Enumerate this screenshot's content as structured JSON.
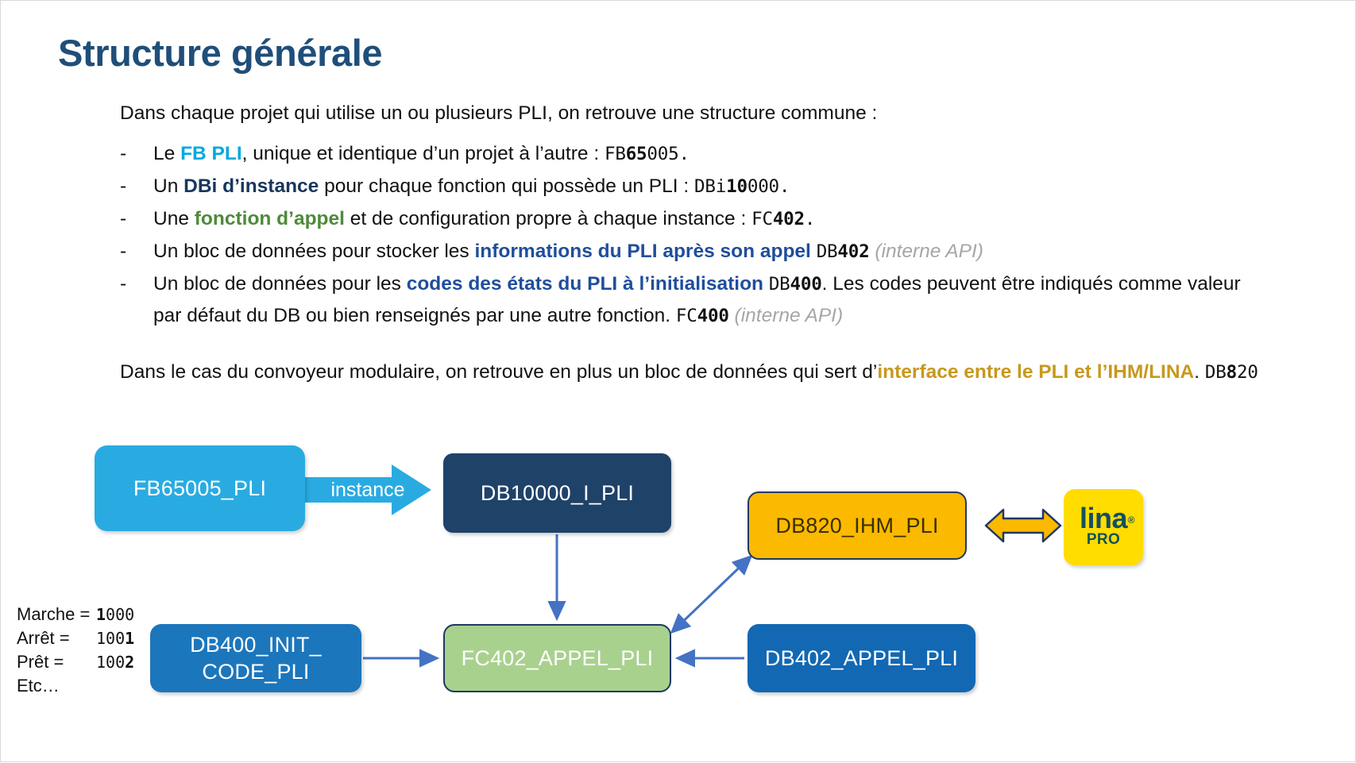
{
  "slide": {
    "title": "Structure générale",
    "intro": "Dans chaque projet qui utilise un ou plusieurs PLI, on retrouve une structure commune :",
    "bullets": [
      {
        "dash": "-",
        "pre": "Le ",
        "accent": "FB PLI",
        "accent_style": "cyan",
        "mid": ", unique et identique d’un projet à l’autre : ",
        "code_prefix": "FB",
        "code_bold": "65",
        "code_suffix": "005.",
        "tail": "",
        "note": ""
      },
      {
        "dash": "-",
        "pre": "Un ",
        "accent": "DBi d’instance",
        "accent_style": "navy",
        "mid": " pour chaque fonction qui possède un PLI : ",
        "code_prefix": "DBi",
        "code_bold": "10",
        "code_suffix": "000.",
        "tail": "",
        "note": ""
      },
      {
        "dash": "-",
        "pre": "Une ",
        "accent": "fonction d’appel",
        "accent_style": "green",
        "mid": " et de configuration propre à chaque instance : ",
        "code_prefix": "FC",
        "code_bold": "402",
        "code_suffix": ".",
        "tail": "",
        "note": ""
      },
      {
        "dash": "-",
        "pre": "Un bloc de données pour stocker les ",
        "accent": "informations du PLI après son appel",
        "accent_style": "blue",
        "mid": " ",
        "code_prefix": "DB",
        "code_bold": "402",
        "code_suffix": "",
        "tail": " ",
        "note": "(interne API)"
      },
      {
        "dash": "-",
        "pre": "Un bloc de données pour les ",
        "accent": "codes des états du PLI à l’initialisation",
        "accent_style": "blue",
        "mid": " ",
        "code_prefix": "DB",
        "code_bold": "400",
        "code_suffix": "",
        "tail": ". Les codes peuvent être indiqués comme valeur par défaut du DB ou bien renseignés par une autre fonction. ",
        "code2_prefix": "FC",
        "code2_bold": "400",
        "note": "(interne API)"
      }
    ],
    "closing": {
      "pre": "Dans le cas du convoyeur modulaire, on retrouve en plus un bloc de données qui sert d’",
      "accent": "interface entre le PLI et l’IHM/LINA",
      "mid": ". ",
      "code_prefix": "DB",
      "code_bold": "8",
      "code_suffix": "20"
    }
  },
  "diagram": {
    "nodes": {
      "fb": "FB65005_PLI",
      "dbi": "DB10000_I_PLI",
      "db820": "DB820_IHM_PLI",
      "fc402": "FC402_APPEL_PLI",
      "db400_line1": "DB400_INIT_",
      "db400_line2": "CODE_PLI",
      "db402": "DB402_APPEL_PLI"
    },
    "edge_labels": {
      "instance": "instance"
    },
    "logo": {
      "word": "lina",
      "registered": "®",
      "sub": "PRO"
    },
    "legend": [
      {
        "label": "Marche =",
        "bold": "1",
        "rest": "000"
      },
      {
        "label": "Arrêt =",
        "bold": "",
        "rest": "1001",
        "bold_last": "1",
        "pre_last": "100"
      },
      {
        "label": "Prêt =",
        "bold": "",
        "rest": "1002",
        "bold_last": "2",
        "pre_last": "100"
      },
      {
        "label": "Etc…",
        "bold": "",
        "rest": ""
      }
    ],
    "legend_rows": [
      {
        "name": "Marche =",
        "value_pre": "",
        "value_bold": "1",
        "value_post": "000"
      },
      {
        "name": "Arrêt =",
        "value_pre": "100",
        "value_bold": "1",
        "value_post": ""
      },
      {
        "name": "Prêt =",
        "value_pre": "100",
        "value_bold": "2",
        "value_post": ""
      },
      {
        "name": "Etc…",
        "value_pre": "",
        "value_bold": "",
        "value_post": ""
      }
    ]
  },
  "colors": {
    "title": "#1F4E79",
    "cyan": "#29ABE2",
    "navy": "#1F4269",
    "gold": "#FBB900",
    "green": "#A9D18E",
    "blue": "#1268B3",
    "arrow": "#4472C4",
    "logo_yellow": "#FFDD00",
    "logo_teal": "#13505B"
  }
}
